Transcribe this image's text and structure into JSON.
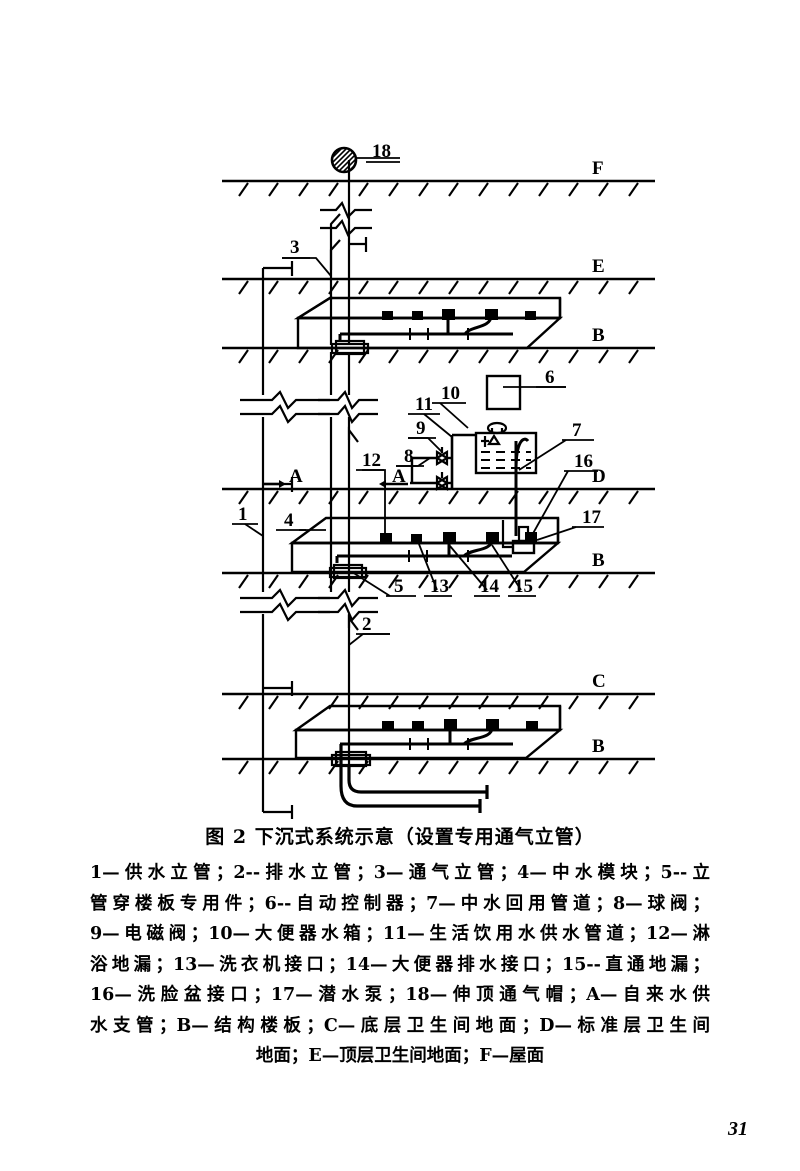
{
  "document": {
    "page_number": "31"
  },
  "figure": {
    "title": "图 2   下沉式系统示意（设置专用通气立管）",
    "legend_lines": [
      "1—供水立管；2--排水立管；3—通气立管；4—中水模块；5--立",
      "管穿楼板专用件；6--自动控制器；7—中水回用管道；8—球阀；",
      "9—电磁阀；10—大便器水箱；11—生活饮用水供水管道；12—淋",
      "浴地漏；13—洗衣机接口；14—大便器排水接口；15--直通地漏；",
      "16—洗脸盆接口；17—潜水泵；18—伸顶通气帽；A—自来水供",
      "水支管；B—结构楼板；C—底层卫生间地面；D—标准层卫生间"
    ],
    "legend_last_line": "地面；E—顶层卫生间地面；F—屋面",
    "callouts": {
      "n1": "1",
      "n2": "2",
      "n3": "3",
      "n4": "4",
      "n5": "5",
      "n6": "6",
      "n7": "7",
      "n8": "8",
      "n9": "9",
      "n10": "10",
      "n11": "11",
      "n12": "12",
      "n13": "13",
      "n14": "14",
      "n15": "15",
      "n16": "16",
      "n17": "17",
      "n18": "18"
    },
    "level_labels": {
      "roof_F": "F",
      "top_toilet_E": "E",
      "slab_B_top": "B",
      "standard_toilet_D": "D",
      "slab_B_mid": "B",
      "bottom_toilet_C": "C",
      "slab_B_bottom": "B"
    },
    "branch_labels": {
      "supply_branch_upper": "A",
      "supply_branch_lower": "A"
    },
    "colors": {
      "line": "#000000",
      "background": "#ffffff"
    }
  }
}
